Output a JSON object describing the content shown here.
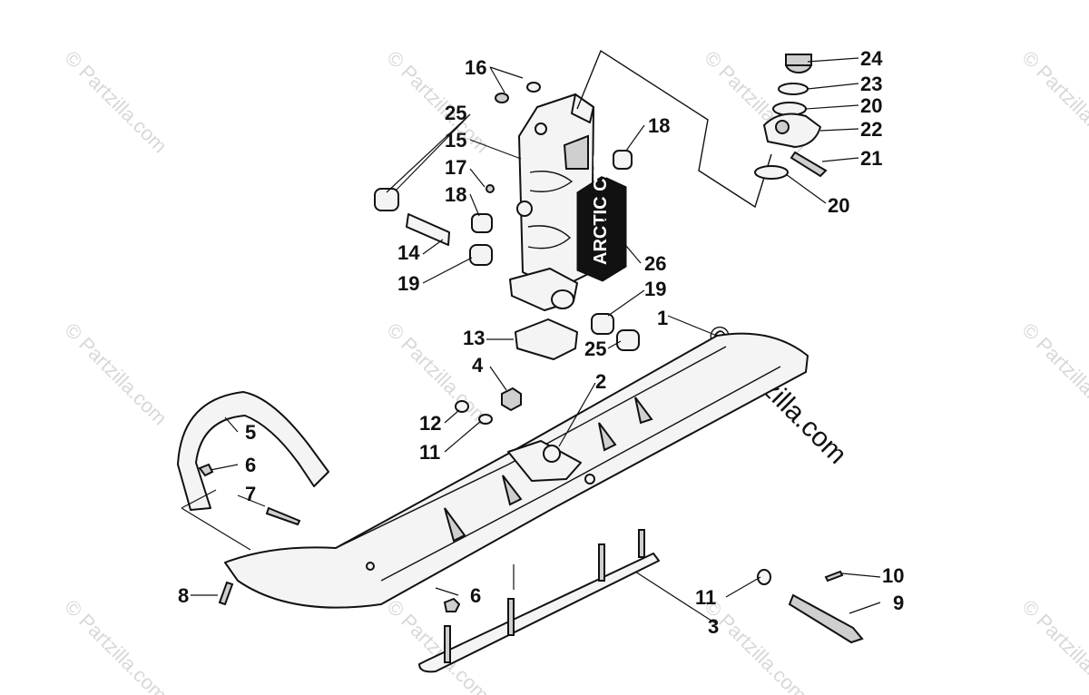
{
  "watermark": {
    "text": "© Partzilla.com",
    "main_text": "© Partzilla.com"
  },
  "decal_text": "ARCTIC CAT",
  "callouts": [
    {
      "id": "c1",
      "label": "1"
    },
    {
      "id": "c2",
      "label": "2"
    },
    {
      "id": "c3",
      "label": "3"
    },
    {
      "id": "c4",
      "label": "4"
    },
    {
      "id": "c5",
      "label": "5"
    },
    {
      "id": "c6a",
      "label": "6"
    },
    {
      "id": "c6b",
      "label": "6"
    },
    {
      "id": "c7",
      "label": "7"
    },
    {
      "id": "c8",
      "label": "8"
    },
    {
      "id": "c9",
      "label": "9"
    },
    {
      "id": "c10",
      "label": "10"
    },
    {
      "id": "c11a",
      "label": "11"
    },
    {
      "id": "c11b",
      "label": "11"
    },
    {
      "id": "c12",
      "label": "12"
    },
    {
      "id": "c13",
      "label": "13"
    },
    {
      "id": "c14",
      "label": "14"
    },
    {
      "id": "c15",
      "label": "15"
    },
    {
      "id": "c16",
      "label": "16"
    },
    {
      "id": "c17",
      "label": "17"
    },
    {
      "id": "c18a",
      "label": "18"
    },
    {
      "id": "c18b",
      "label": "18"
    },
    {
      "id": "c19a",
      "label": "19"
    },
    {
      "id": "c19b",
      "label": "19"
    },
    {
      "id": "c20a",
      "label": "20"
    },
    {
      "id": "c20b",
      "label": "20"
    },
    {
      "id": "c21",
      "label": "21"
    },
    {
      "id": "c22",
      "label": "22"
    },
    {
      "id": "c23",
      "label": "23"
    },
    {
      "id": "c24",
      "label": "24"
    },
    {
      "id": "c25a",
      "label": "25"
    },
    {
      "id": "c25b",
      "label": "25"
    },
    {
      "id": "c26",
      "label": "26"
    }
  ]
}
